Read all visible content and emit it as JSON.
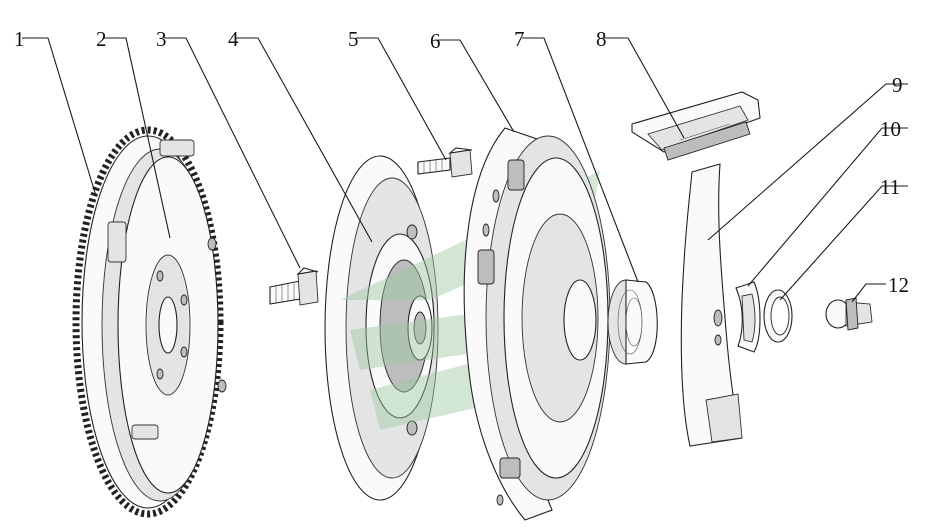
{
  "callouts": [
    {
      "id": "1",
      "label": "1"
    },
    {
      "id": "2",
      "label": "2"
    },
    {
      "id": "3",
      "label": "3"
    },
    {
      "id": "4",
      "label": "4"
    },
    {
      "id": "5",
      "label": "5"
    },
    {
      "id": "6",
      "label": "6"
    },
    {
      "id": "7",
      "label": "7"
    },
    {
      "id": "8",
      "label": "8"
    },
    {
      "id": "9",
      "label": "9"
    },
    {
      "id": "10",
      "label": "10"
    },
    {
      "id": "11",
      "label": "11"
    },
    {
      "id": "12",
      "label": "12"
    }
  ],
  "colors": {
    "line": "#1a1a1a",
    "watermark": "#9ec9a3",
    "background": "#ffffff"
  }
}
